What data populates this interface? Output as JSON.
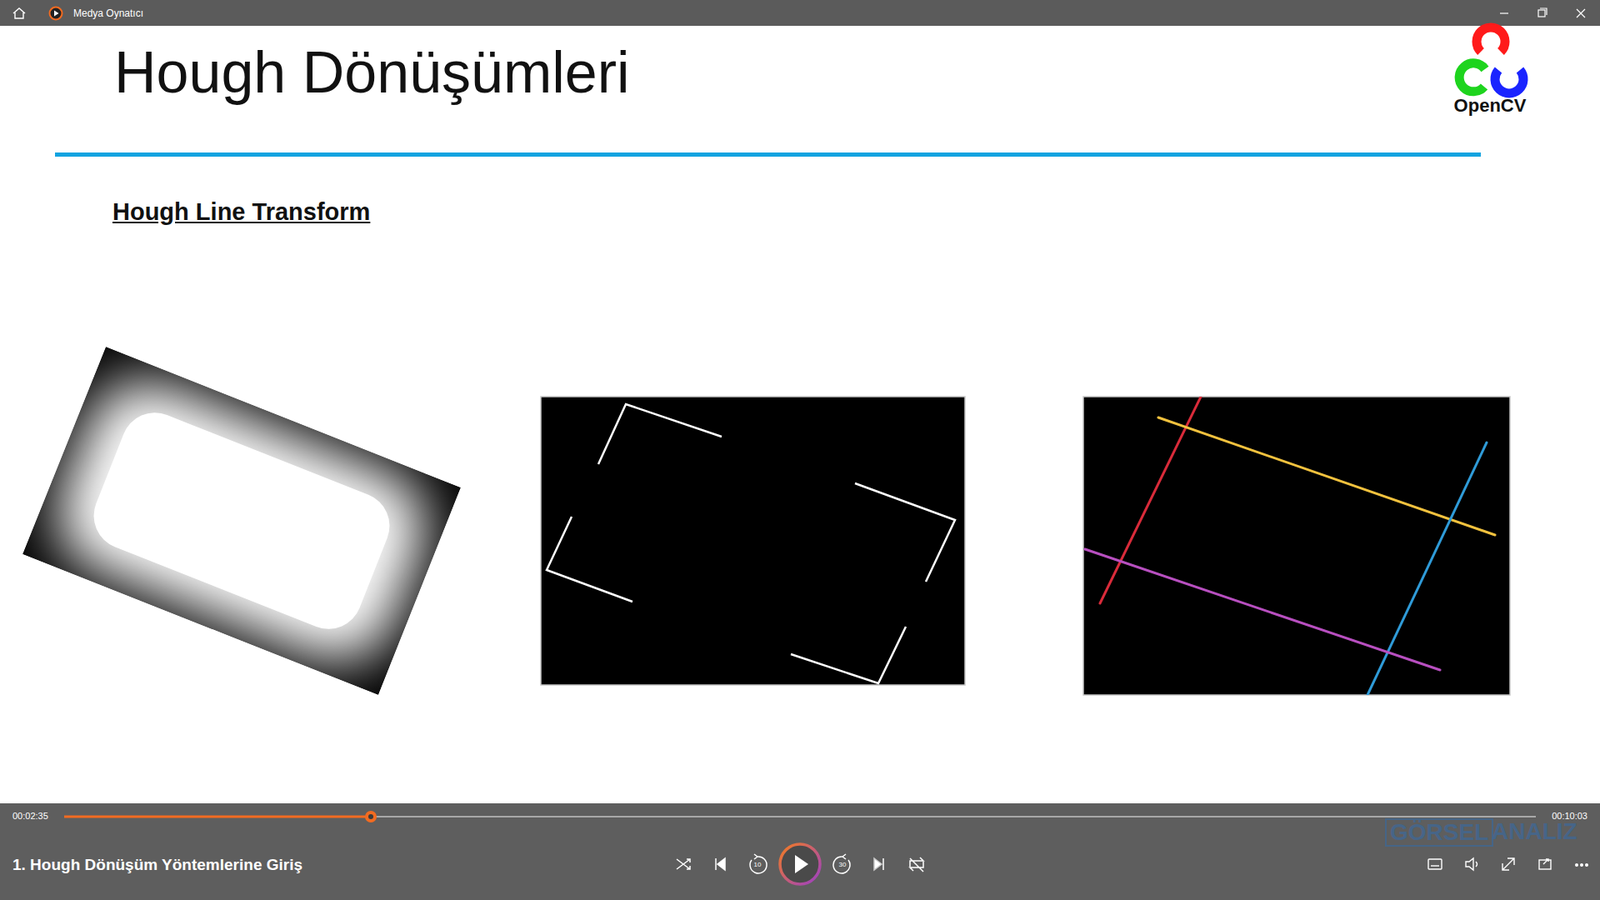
{
  "diagram": {
    "title": "Hough Dönüşümleri",
    "labels": [
      "Medya Oynatıcı",
      "OpenCV",
      "Hough Line Transform",
      "00:02:35",
      "00:10:03",
      "1. Hough Dönüşüm Yöntemlerine Giriş",
      "10",
      "30",
      "GÖRSEL",
      "ANALIZ"
    ]
  }
}
